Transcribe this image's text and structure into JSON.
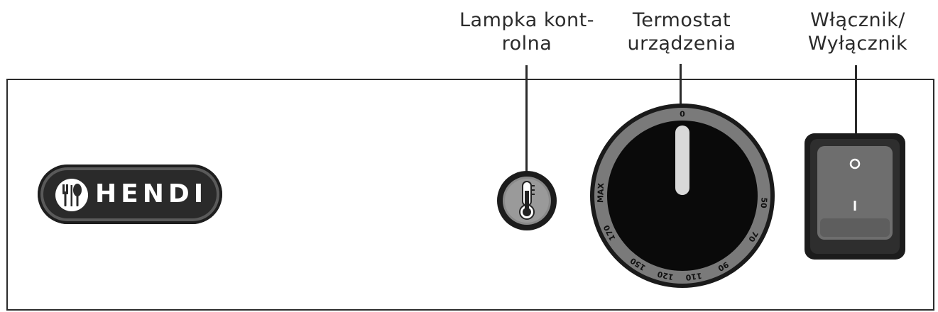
{
  "callouts": {
    "lamp": {
      "line1": "Lampka kont-",
      "line2": "rolna"
    },
    "thermostat": {
      "line1": "Termostat",
      "line2": "urządzenia"
    },
    "switch": {
      "line1": "Włącznik/",
      "line2": "Wyłącznik"
    }
  },
  "brand": {
    "name": "HENDI",
    "icon": "fork-spoon-icon"
  },
  "pilot_lamp": {
    "icon": "thermometer-icon"
  },
  "thermostat": {
    "scale_labels": [
      "0",
      "50",
      "70",
      "90",
      "110",
      "120",
      "150",
      "170",
      "MAX"
    ]
  },
  "power_switch": {
    "off_symbol": "O",
    "on_symbol": "I"
  },
  "colors": {
    "line": "#2b2b2b",
    "badge_dark": "#2a2a2a",
    "dial_ring": "#7a7a7a",
    "dial_face": "#0a0a0a",
    "lamp_gray": "#8a8a8a",
    "switch_frame": "#1c1c1c",
    "switch_face": "#6e6e6e"
  }
}
